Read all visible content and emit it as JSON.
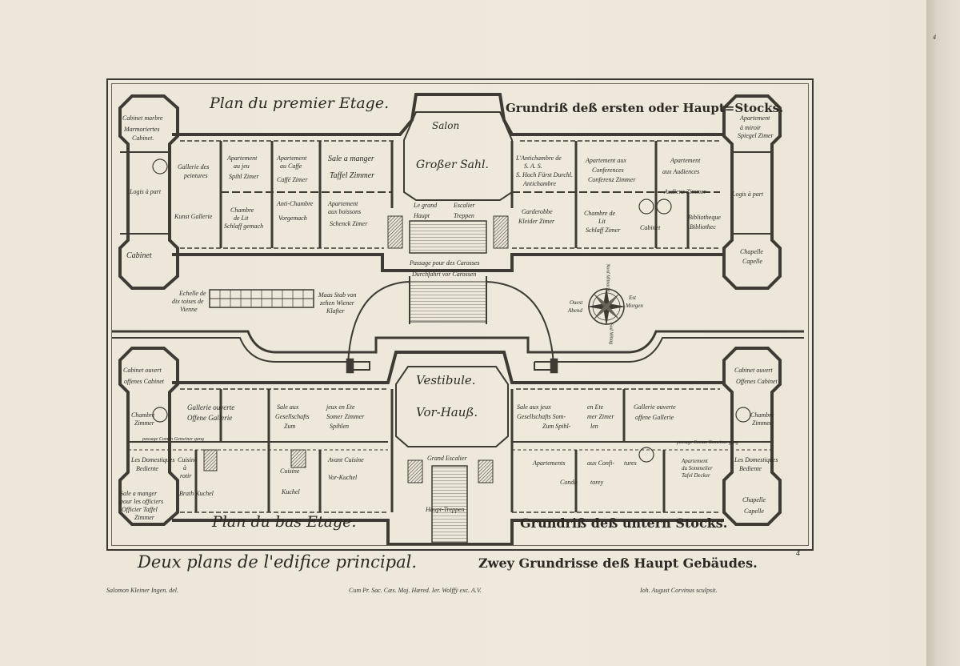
{
  "titles": {
    "upper_fr": "Plan du premier Etage.",
    "upper_de": "Grundriß deß ersten oder Haupt=Stocks.",
    "lower_fr": "Plan du bas Etage.",
    "lower_de": "Grundriß deß untern Stocks.",
    "main_fr": "Deux plans de l'edifice principal.",
    "main_de": "Zwey Grundrisse deß Haupt Gebäudes."
  },
  "plate_number": "4",
  "corner_mark": "4",
  "credits": {
    "left": "Salomon Kleiner Ingen. del.",
    "center": "Cum Pr. Sac. Cæs. Maj.   Hæred. Ier. Wolffÿ exc. A.V.",
    "right": "Ioh. August Corvinus sculpsit."
  },
  "upper_labels": {
    "salon": "Salon",
    "grosser_sahl": "Großer Sahl.",
    "cabinet_marbre": "Cabinet marbre",
    "marmoriertes": "Marmoriertes",
    "cabinet_nw": "Cabinet.",
    "gallerie_peintures": "Gallerie des",
    "peintures": "peintures",
    "logis_left": "Logis à part",
    "kunst_gallerie": "Kunst Gallerie",
    "cabinet_sw": "Cabinet",
    "apt_jeu": "Apartement",
    "apt_jeu2": "au jeu",
    "spihl_zimer": "Spihl Zimer",
    "apt_caffe": "Apartement",
    "apt_caffe2": "au Caffe",
    "caffe_zimer": "Caffé Zimer",
    "sale_manger": "Sale a manger",
    "taffel_zimmer": "Taffel Zimmer",
    "chambre_lit": "Chambre",
    "chambre_lit2": "de Lit",
    "schlaff_gemach": "Schlaff gemach",
    "anti_chambre": "Anti-Chambre",
    "vorgemach": "Vorgemach",
    "apt_boissons": "Apartement",
    "apt_boissons2": "aux boissons",
    "schenck_zimer": "Schenck Zimer",
    "le_grand": "Le grand",
    "escalier": "Escalier",
    "haupt": "Haupt",
    "treppen": "Treppen",
    "antichambre_sas": "L'Antichambre de",
    "sas": "S. A. S.",
    "hoch_furst": "S. Hoch Fürst Durchl.",
    "antichambre": "Antichambre",
    "apt_conferences": "Apartement aux",
    "conferences": "Conferences",
    "conferenz_zimmer": "Conferenz Zimmer",
    "apt_audiences": "Apartement",
    "audiences": "aux Audiences",
    "audienz_zimmer": "Audienz Zimmer",
    "garderobbe": "Garderobbe",
    "kleider_zimer": "Kleider Zimer",
    "chambre_de_lit": "Chambre de",
    "lit": "Lit",
    "schlaff_zimer": "Schlaff Zimer",
    "cabinet_mid": "Cabinet",
    "bibliotheque": "Bibliotheque",
    "bibliothec": "Bibliothec",
    "apt_miroir": "Apartement",
    "miroir": "à miroir",
    "spiegel_zimer": "Spiegel Zimer",
    "logis_right": "Logis à part",
    "chapelle": "Chapelle",
    "capelle": "Capelle",
    "passage": "Passage pour des Carosses",
    "durchfahrt": "Durchfahrt vor Carossen"
  },
  "scale": {
    "fr1": "Echelle de",
    "fr2": "dix toises de",
    "fr3": "Vienne",
    "de1": "Maas Stab von",
    "de2": "zehen Wiener",
    "de3": "Klafter"
  },
  "compass": {
    "north": "Nord Mitnacht",
    "south": "Sud Mittag",
    "east1": "Est",
    "east2": "Morgen",
    "west1": "Ouest",
    "west2": "Abend"
  },
  "lower_labels": {
    "vestibule": "Vestibule.",
    "vor_hauss": "Vor-Hauß.",
    "cabinet_ouvert_l": "Cabinet ouvert",
    "offenes_cabinet_l": "offenes Cabinet",
    "gallerie_ouverte_l": "Gallerie ouverte",
    "offene_gallerie_l": "Offene Gallerie",
    "chambre_l": "Chambre",
    "zimmer_l": "Zimmer",
    "passage_commun_l": "passage Comun Gemeiner gang",
    "domestiques_l": "Les Domestiques",
    "bediente_l": "Bediente",
    "cuisine_rotir": "Cuisine",
    "a_rotir": "à",
    "rotir": "rotir",
    "sale_officiers": "Sale a manger",
    "pour_officiers": "pour les officiers",
    "officier_taffel": "Officier Taffel",
    "zimmer_off": "Zimmer",
    "brath_kuchel": "Brath Kuchel",
    "sale_jeux_l": "Sale aux",
    "gesellschafts_l": "Gesellschafts",
    "zum_l": "Zum",
    "jeux_ete_l": "jeux en Ete",
    "somer_zimmer_l": "Somer Zimmer",
    "spihlen_l": "Spihlen",
    "cuisine": "Cuisine",
    "kuchel": "Kuchel",
    "avant_cuisine": "Avant Cuisine",
    "vor_kuchel": "Vor-Kuchel",
    "grand_escalier": "Grand Escalier",
    "haupt_treppen": "Haupt-Treppen",
    "sale_jeux_r": "Sale aux jeux",
    "en_ete_r": "en Ete",
    "gesellschafts_r": "Gesellschafts Som-",
    "zimer_r": "mer Zimer",
    "zum_spihl": "Zum Spihl-",
    "len": "len",
    "apartements": "Apartements",
    "aux_confitures": "aux Confi-",
    "tures": "tures",
    "conditorey": "Condi-",
    "torey": "torey",
    "gallerie_ouverte_r": "Gallerie ouverte",
    "offene_gallerie_r": "offene Gallerie",
    "cabinet_ouvert_r": "Cabinet ouvert",
    "offenes_cabinet_r": "Offenes Cabinet",
    "chambre_r": "Chambre",
    "zimmer_r": "Zimmer",
    "passage_commun_r": "passage Comun Gemeiner gang",
    "appartement_sommelier": "Apartement",
    "du_sommelier": "du Sommelier",
    "tafel_decker": "Tafel Decker",
    "domestiques_r": "Les Domestiques",
    "bediente_r": "Bediente",
    "chapelle_r": "Chapelle",
    "capelle_r": "Capelle"
  }
}
